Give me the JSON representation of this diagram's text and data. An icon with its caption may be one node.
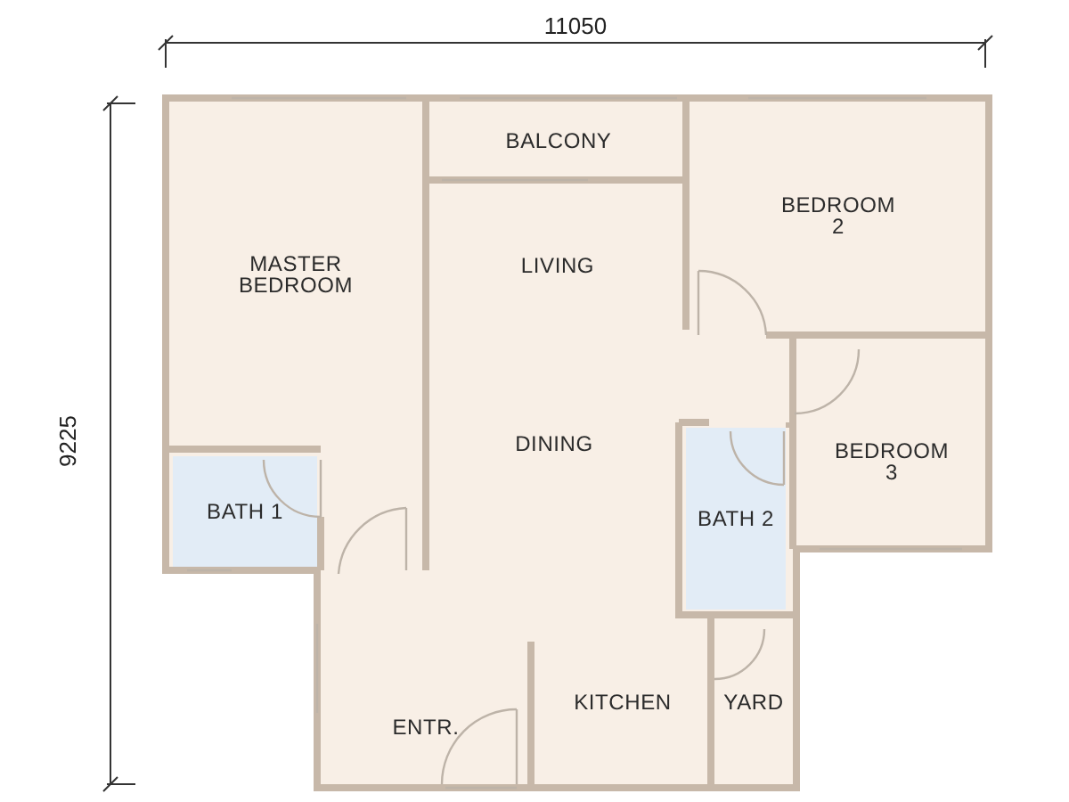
{
  "diagram": {
    "nodes": [
      {
        "text": [
          "BALCONY"
        ]
      },
      {
        "text": [
          "BEDROOM 2"
        ]
      },
      {
        "text": [
          "LIVING"
        ]
      },
      {
        "text": [
          "MASTER BEDROOM"
        ]
      },
      {
        "text": [
          "DINING"
        ]
      },
      {
        "text": [
          "BEDROOM 3"
        ]
      },
      {
        "text": [
          "BATH 1"
        ]
      },
      {
        "text": [
          "BATH 2"
        ]
      },
      {
        "text": [
          "KITCHEN"
        ]
      },
      {
        "text": [
          "YARD"
        ]
      },
      {
        "text": [
          "ENTR."
        ]
      }
    ],
    "edges": [],
    "labels": [
      "11050",
      "9225"
    ]
  }
}
